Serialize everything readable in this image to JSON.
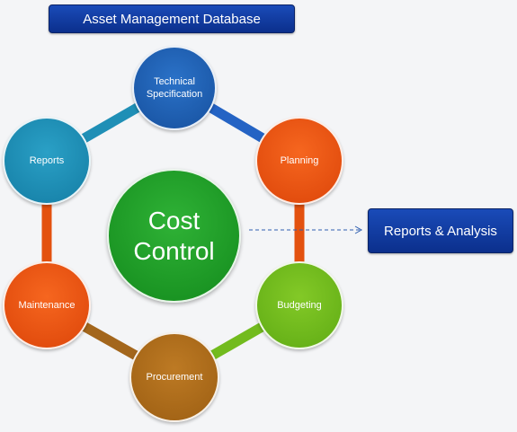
{
  "title": "Asset Management Database",
  "center": {
    "line1": "Cost",
    "line2": "Control"
  },
  "output": "Reports & Analysis",
  "nodes": {
    "technical": {
      "line1": "Technical",
      "line2": "Specification",
      "color": "#1e5fb4"
    },
    "planning": {
      "label": "Planning",
      "color": "#ea4f0e"
    },
    "budgeting": {
      "label": "Budgeting",
      "color": "#6fba1a"
    },
    "procurement": {
      "label": "Procurement",
      "color": "#ad6a18"
    },
    "maintenance": {
      "label": "Maintenance",
      "color": "#ea4f0e"
    },
    "reports": {
      "label": "Reports",
      "color": "#1a8cb4"
    }
  },
  "colors": {
    "ring_tech_plan": "#2463c4",
    "ring_plan_budget": "#e3510f",
    "ring_budget_proc": "#72bb1e",
    "ring_proc_maint": "#a3661c",
    "ring_maint_reports": "#e3510f",
    "ring_reports_tech": "#1f8fb6",
    "arrow": "#2f5fb0"
  }
}
